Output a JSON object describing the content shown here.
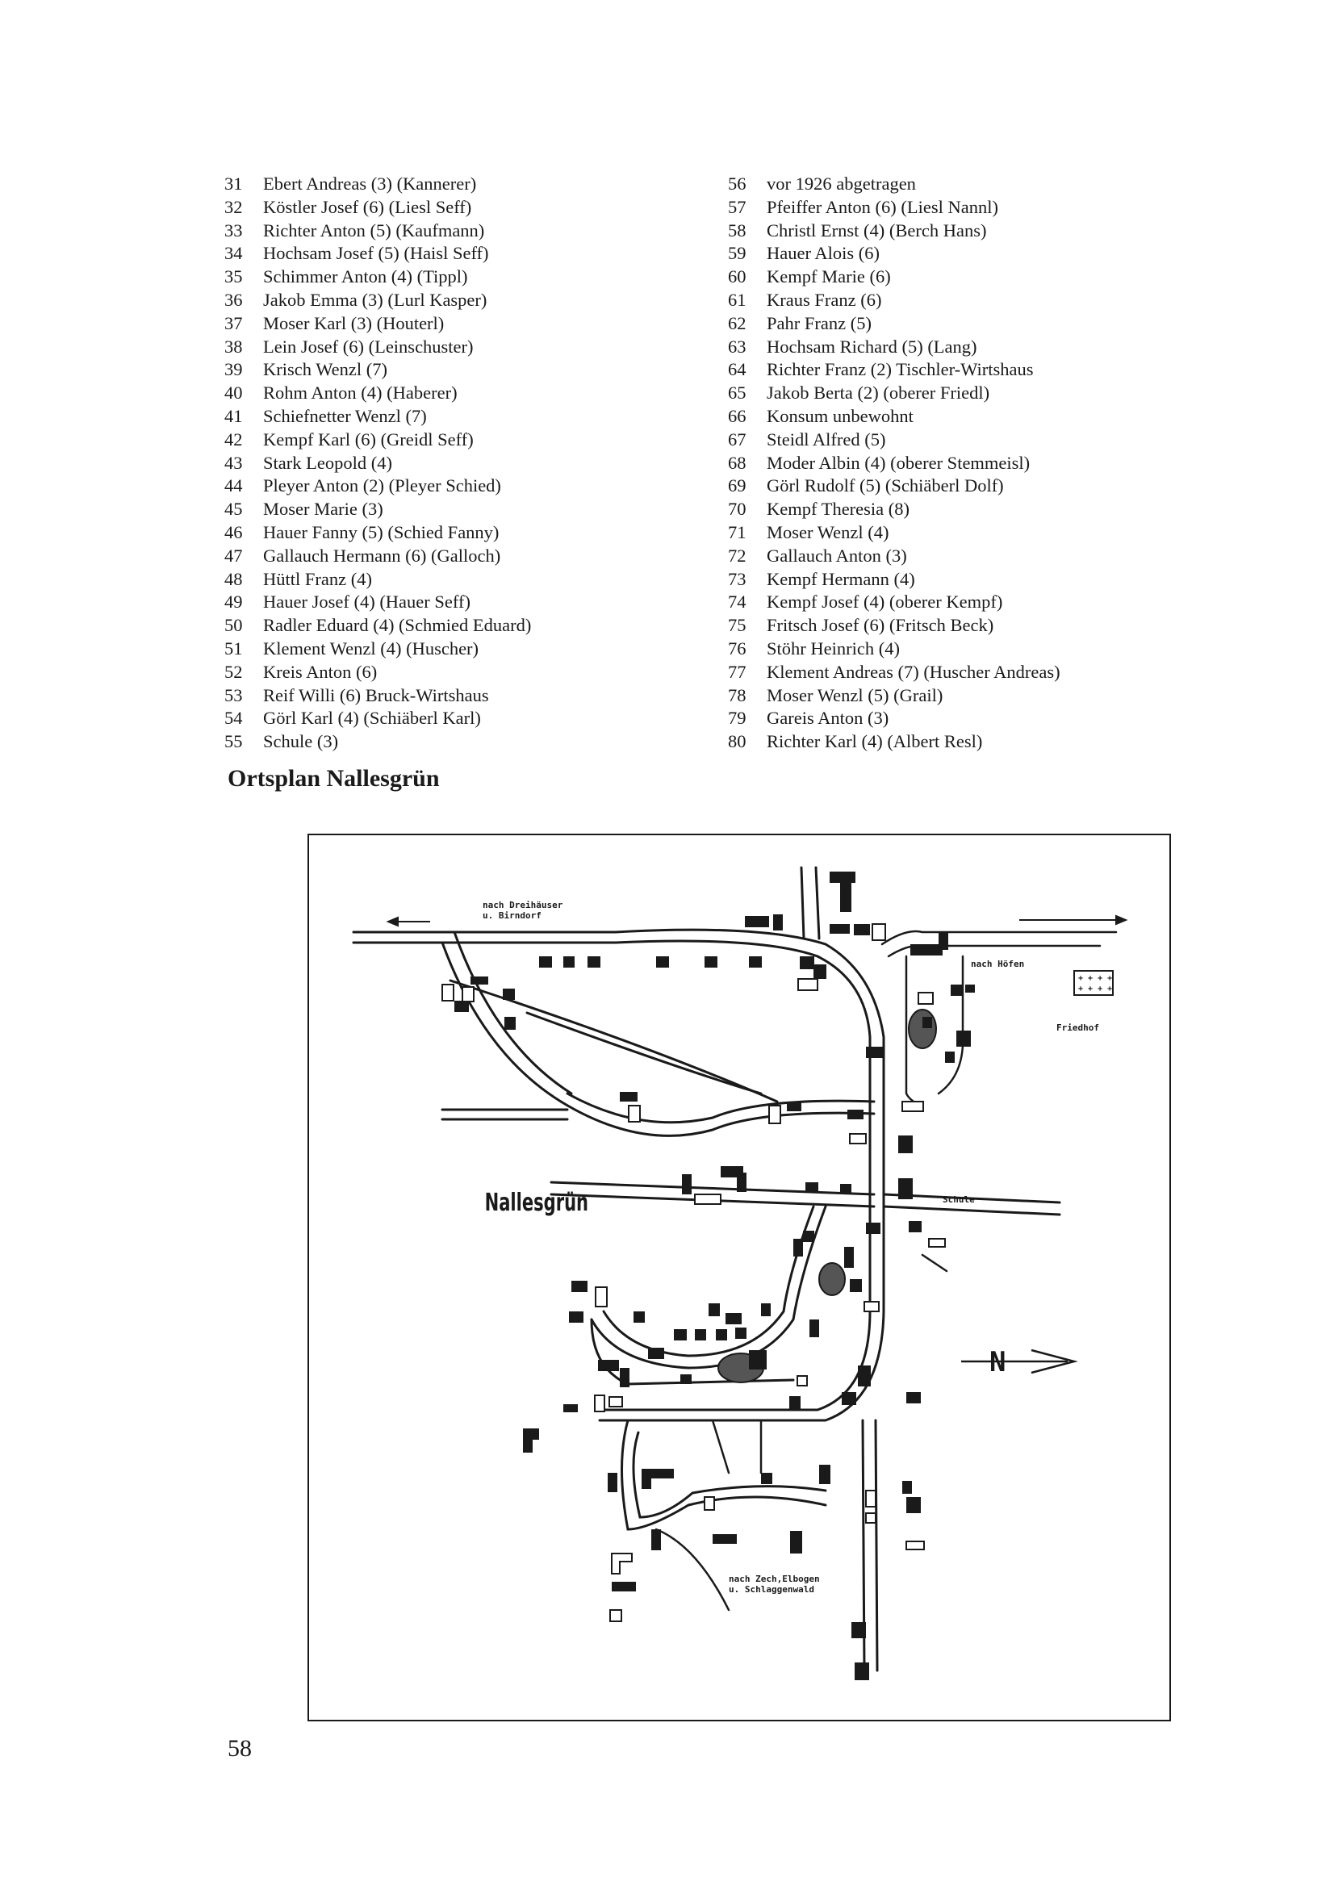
{
  "left_column": [
    {
      "num": "31",
      "text": "Ebert Andreas (3) (Kannerer)"
    },
    {
      "num": "32",
      "text": "Köstler Josef (6) (Liesl Seff)"
    },
    {
      "num": "33",
      "text": "Richter Anton (5) (Kaufmann)"
    },
    {
      "num": "34",
      "text": "Hochsam Josef (5) (Haisl Seff)"
    },
    {
      "num": "35",
      "text": "Schimmer Anton (4) (Tippl)"
    },
    {
      "num": "36",
      "text": "Jakob Emma (3) (Lurl Kasper)"
    },
    {
      "num": "37",
      "text": "Moser Karl (3) (Houterl)"
    },
    {
      "num": "38",
      "text": "Lein Josef (6) (Leinschuster)"
    },
    {
      "num": "39",
      "text": "Krisch Wenzl (7)"
    },
    {
      "num": "40",
      "text": "Rohm Anton (4) (Haberer)"
    },
    {
      "num": "41",
      "text": "Schiefnetter Wenzl (7)"
    },
    {
      "num": "42",
      "text": "Kempf Karl (6) (Greidl Seff)"
    },
    {
      "num": "43",
      "text": "Stark Leopold (4)"
    },
    {
      "num": "44",
      "text": "Pleyer Anton (2) (Pleyer Schied)"
    },
    {
      "num": "45",
      "text": "Moser Marie (3)"
    },
    {
      "num": "46",
      "text": "Hauer Fanny (5) (Schied Fanny)"
    },
    {
      "num": "47",
      "text": "Gallauch Hermann (6) (Galloch)"
    },
    {
      "num": "48",
      "text": "Hüttl Franz (4)"
    },
    {
      "num": "49",
      "text": "Hauer Josef (4) (Hauer Seff)"
    },
    {
      "num": "50",
      "text": "Radler Eduard (4) (Schmied Eduard)"
    },
    {
      "num": "51",
      "text": "Klement Wenzl (4) (Huscher)"
    },
    {
      "num": "52",
      "text": "Kreis Anton (6)"
    },
    {
      "num": "53",
      "text": "Reif Willi (6) Bruck-Wirtshaus"
    },
    {
      "num": "54",
      "text": "Görl Karl (4) (Schiäberl Karl)"
    },
    {
      "num": "55",
      "text": "Schule (3)"
    }
  ],
  "right_column": [
    {
      "num": "56",
      "text": "vor 1926 abgetragen"
    },
    {
      "num": "57",
      "text": "Pfeiffer Anton (6) (Liesl Nannl)"
    },
    {
      "num": "58",
      "text": "Christl Ernst (4) (Berch Hans)"
    },
    {
      "num": "59",
      "text": "Hauer Alois (6)"
    },
    {
      "num": "60",
      "text": "Kempf Marie (6)"
    },
    {
      "num": "61",
      "text": "Kraus Franz (6)"
    },
    {
      "num": "62",
      "text": "Pahr Franz (5)"
    },
    {
      "num": "63",
      "text": "Hochsam Richard (5) (Lang)"
    },
    {
      "num": "64",
      "text": "Richter Franz (2) Tischler-Wirtshaus"
    },
    {
      "num": "65",
      "text": "Jakob Berta (2) (oberer Friedl)"
    },
    {
      "num": "66",
      "text": "Konsum unbewohnt"
    },
    {
      "num": "67",
      "text": "Steidl Alfred (5)"
    },
    {
      "num": "68",
      "text": "Moder Albin (4) (oberer Stemmeisl)"
    },
    {
      "num": "69",
      "text": "Görl Rudolf (5) (Schiäberl Dolf)"
    },
    {
      "num": "70",
      "text": "Kempf Theresia (8)"
    },
    {
      "num": "71",
      "text": "Moser Wenzl (4)"
    },
    {
      "num": "72",
      "text": "Gallauch Anton (3)"
    },
    {
      "num": "73",
      "text": "Kempf Hermann (4)"
    },
    {
      "num": "74",
      "text": "Kempf Josef (4) (oberer Kempf)"
    },
    {
      "num": "75",
      "text": "Fritsch Josef (6) (Fritsch Beck)"
    },
    {
      "num": "76",
      "text": "Stöhr Heinrich (4)"
    },
    {
      "num": "77",
      "text": "Klement Andreas (7) (Huscher Andreas)"
    },
    {
      "num": "78",
      "text": "Moser Wenzl (5) (Grail)"
    },
    {
      "num": "79",
      "text": "Gareis Anton (3)"
    },
    {
      "num": "80",
      "text": "Richter Karl (4) (Albert Resl)"
    }
  ],
  "section_title": "Ortsplan Nallesgrün",
  "map": {
    "village_name": "Nallesgrün",
    "label_dreihaeuser_1": "nach Dreihäuser",
    "label_dreihaeuser_2": "u. Birndorf",
    "label_hoefen": "nach Höfen",
    "label_friedhof": "Friedhof",
    "label_schule": "Schule",
    "label_zech_1": "nach Zech,Elbogen",
    "label_zech_2": "u. Schlaggenwald",
    "north_letter": "N"
  },
  "page_number": "58"
}
